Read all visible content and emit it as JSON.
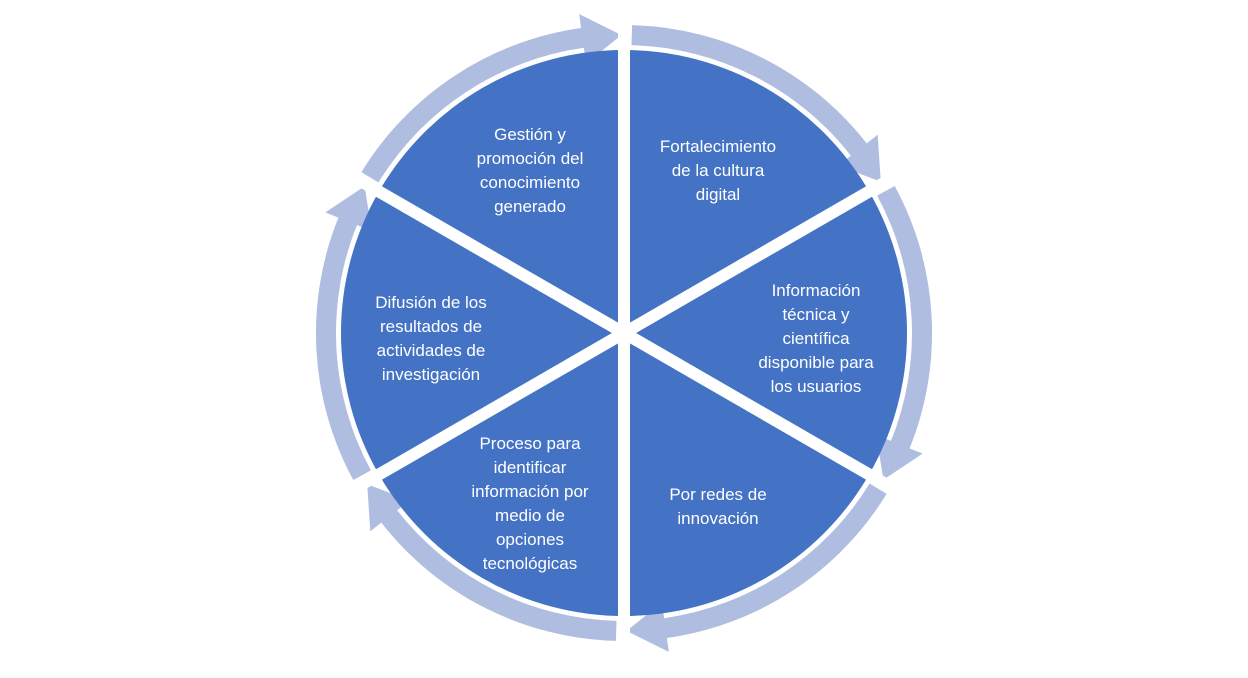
{
  "colors": {
    "segment_fill": "#4472C4",
    "arrow_fill": "#AFBDE1",
    "separator": "#ffffff",
    "label_text": "#ffffff"
  },
  "segments": [
    {
      "id": "top-right",
      "lines": [
        "Fortalecimiento",
        "de la cultura",
        "digital"
      ]
    },
    {
      "id": "right",
      "lines": [
        "Información",
        "técnica y",
        "científica",
        "disponible para",
        "los usuarios"
      ]
    },
    {
      "id": "bottom-right",
      "lines": [
        "Por redes de",
        "innovación"
      ]
    },
    {
      "id": "bottom-left",
      "lines": [
        "Proceso para",
        "identificar",
        "información por",
        "medio de",
        "opciones",
        "tecnológicas"
      ]
    },
    {
      "id": "left",
      "lines": [
        "Difusión de los",
        "resultados de",
        "actividades de",
        "investigación"
      ]
    },
    {
      "id": "top-left",
      "lines": [
        "Gestión y",
        "promoción del",
        "conocimiento",
        "generado"
      ]
    }
  ]
}
